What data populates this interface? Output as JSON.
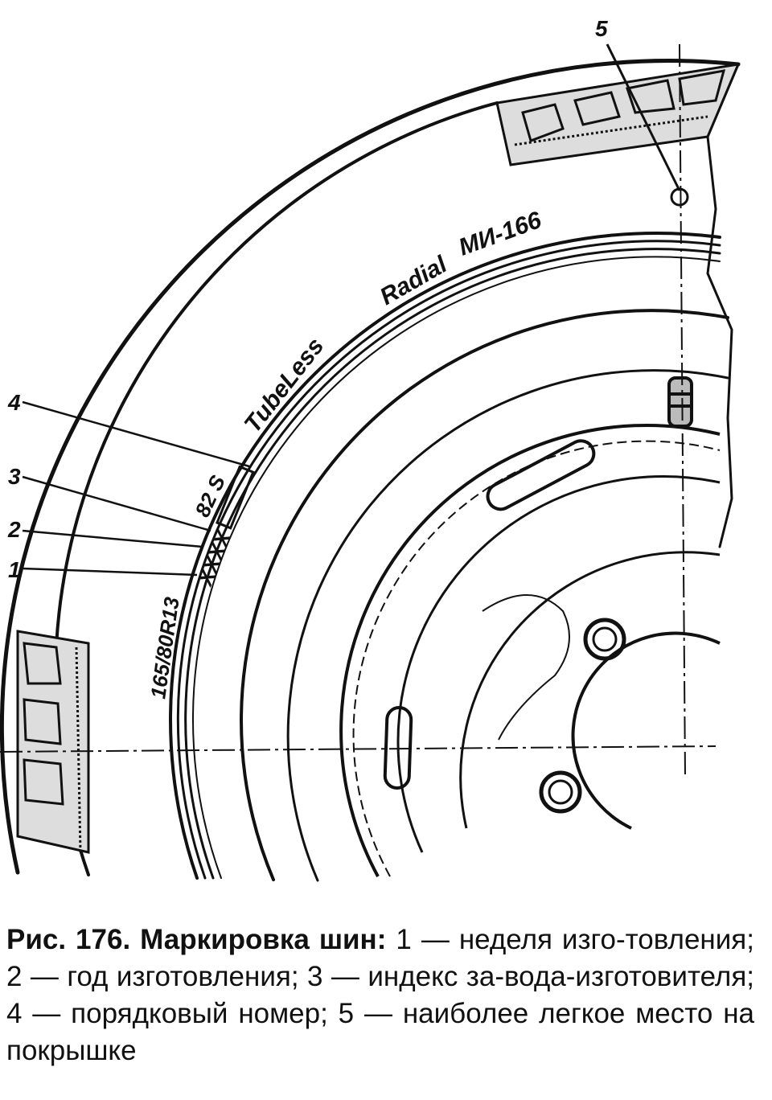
{
  "figure": {
    "callouts": [
      "1",
      "2",
      "3",
      "4",
      "5"
    ],
    "sidewall_markings": {
      "model": "МИ-166",
      "construction": "Radial",
      "tubeless": "TubeLess",
      "load_speed": "82 S",
      "code": "XXXX",
      "size": "165/80R13"
    }
  },
  "caption": {
    "title": "Рис. 176. Маркировка шин:",
    "text": "1 — неделя изго-товления; 2 — год изготовления; 3 — индекс за-вода-изготовителя; 4 — порядковый номер; 5 — наиболее легкое место на покрышке"
  }
}
